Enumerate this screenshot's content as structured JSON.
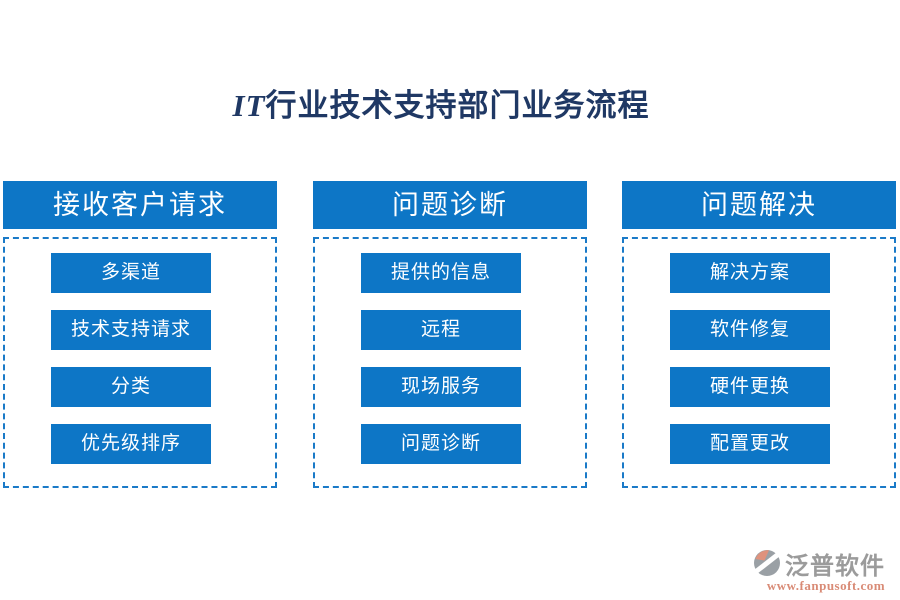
{
  "title": {
    "prefix": "IT",
    "suffix": "行业技术支持部门业务流程"
  },
  "columns": [
    {
      "header": "接收客户请求",
      "items": [
        "多渠道",
        "技术支持请求",
        "分类",
        "优先级排序"
      ]
    },
    {
      "header": "问题诊断",
      "items": [
        "提供的信息",
        "远程",
        "现场服务",
        "问题诊断"
      ]
    },
    {
      "header": "问题解决",
      "items": [
        "解决方案",
        "软件修复",
        "硬件更换",
        "配置更改"
      ]
    }
  ],
  "footer": {
    "brand": "泛普软件",
    "url": "www.fanpusoft.com"
  },
  "colors": {
    "node_blue": "#0D76C6",
    "dashed_border_blue": "#1A7AC8",
    "title_navy": "#1F3864",
    "brand_gray": "#9B9B9B",
    "brand_salmon": "#D98B76",
    "background": "#FFFFFF",
    "node_text": "#FFFFFF"
  }
}
